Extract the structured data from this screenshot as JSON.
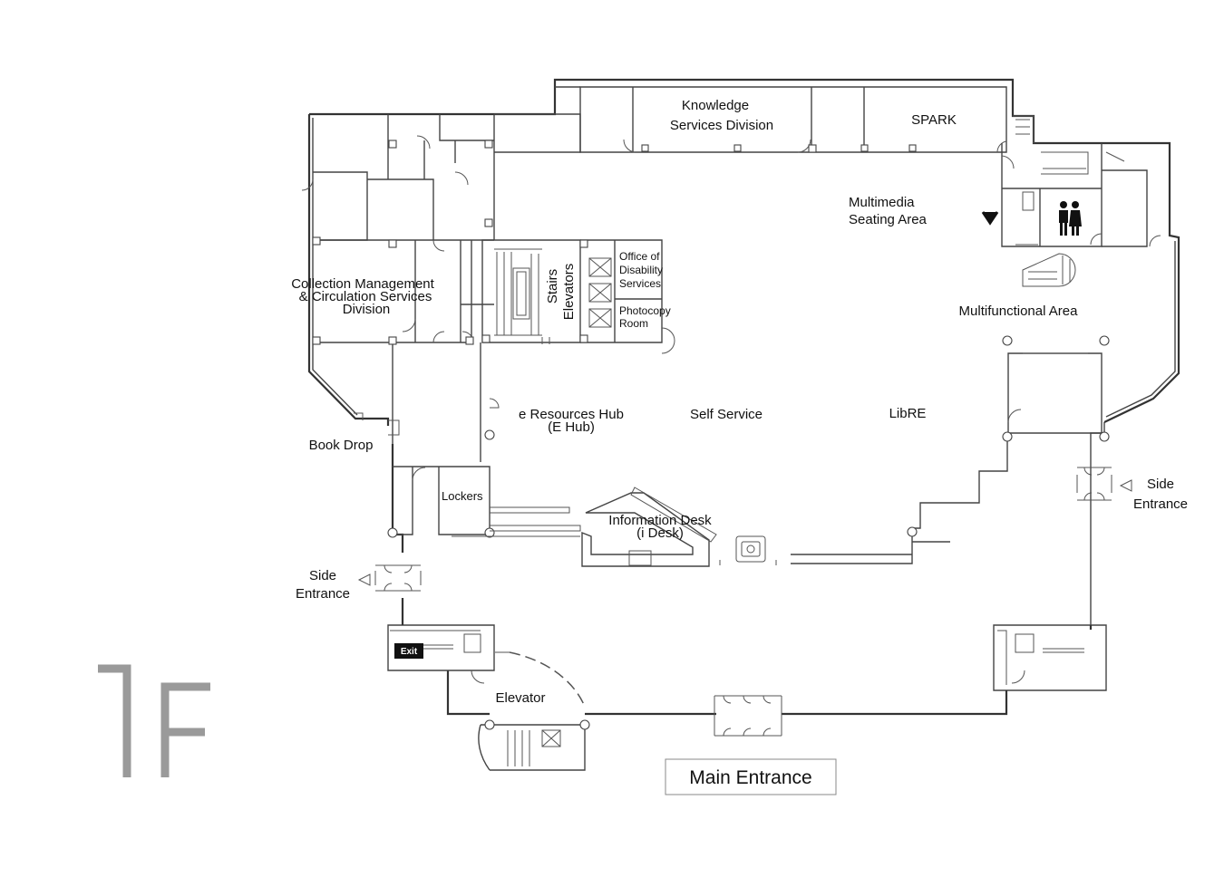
{
  "floor": {
    "number": "1F"
  },
  "labels": {
    "knowledge_1": "Knowledge",
    "knowledge_2": "Services Division",
    "spark": "SPARK",
    "multimedia_1": "Multimedia",
    "multimedia_2": "Seating Area",
    "multifunctional": "Multifunctional Area",
    "collection_1": "Collection Management",
    "collection_2": "& Circulation Services",
    "collection_3": "Division",
    "stairs": "Stairs",
    "elevators": "Elevators",
    "disability_1": "Office of",
    "disability_2": "Disability",
    "disability_3": "Services",
    "photocopy_1": "Photocopy",
    "photocopy_2": "Room",
    "eresources_1": "e Resources Hub",
    "eresources_2": "(E Hub)",
    "self_service": "Self Service",
    "libre": "LibRE",
    "book_drop": "Book Drop",
    "lockers": "Lockers",
    "info_desk_1": "Information Desk",
    "info_desk_2": "(i Desk)",
    "side_entrance_left_1": "Side",
    "side_entrance_left_2": "Entrance",
    "side_entrance_right_1": "Side",
    "side_entrance_right_2": "Entrance",
    "exit": "Exit",
    "elevator": "Elevator",
    "main_entrance": "Main Entrance"
  },
  "icons": {
    "restroom": "restroom-icon",
    "accessible_toilet": "accessible-toilet-icon"
  }
}
